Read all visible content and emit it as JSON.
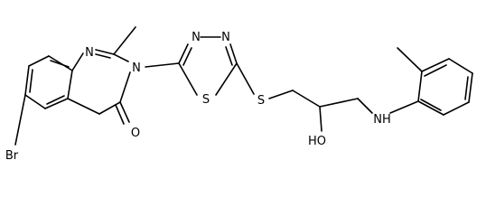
{
  "molecule": {
    "atoms": {
      "N1": "N",
      "N3": "N",
      "O4": "O",
      "Br": "Br",
      "Ntd3": "N",
      "Ntd4": "N",
      "Std1": "S",
      "Sthio": "S",
      "OH": "HO",
      "NH": "NH"
    }
  }
}
